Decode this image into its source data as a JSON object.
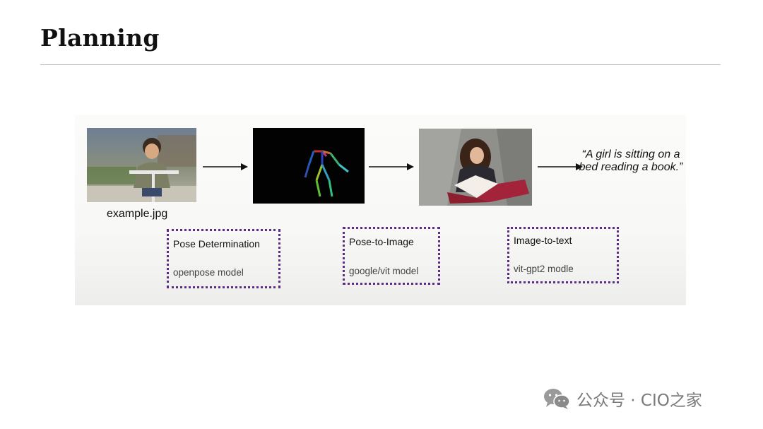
{
  "slide": {
    "title": "Planning"
  },
  "diagram": {
    "input_filename": "example.jpg",
    "output_caption": "“A girl is sitting on a bed reading a book.”",
    "steps": [
      {
        "name": "Pose Determination",
        "model": "openpose model"
      },
      {
        "name": "Pose-to-Image",
        "model": "google/vit model"
      },
      {
        "name": "Image-to-text",
        "model": "vit-gpt2 modle"
      }
    ],
    "images": [
      {
        "icon": "photo-boy-on-scooter"
      },
      {
        "icon": "pose-skeleton-render"
      },
      {
        "icon": "photo-girl-reading-book"
      }
    ],
    "colors": {
      "step_border": "#5b2d86",
      "panel_bg": "#f8f8f6",
      "divider": "#bfbfbf"
    }
  },
  "watermark": {
    "text": "公众号 · CIO之家",
    "icon": "wechat-icon"
  }
}
